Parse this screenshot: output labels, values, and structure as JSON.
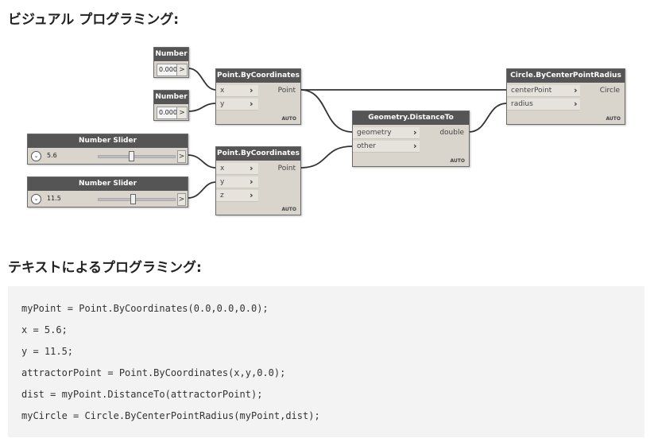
{
  "headings": {
    "visual": "ビジュアル プログラミング:",
    "text": "テキストによるプログラミング:"
  },
  "nodes": {
    "number1": {
      "title": "Number",
      "value": "0.000",
      "arrow": ">"
    },
    "number2": {
      "title": "Number",
      "value": "0.000",
      "arrow": ">"
    },
    "slider1": {
      "title": "Number Slider",
      "value": "5.6",
      "fraction": 0.44,
      "arrow": ">"
    },
    "slider2": {
      "title": "Number Slider",
      "value": "11.5",
      "fraction": 0.46,
      "arrow": ">"
    },
    "point1": {
      "title": "Point.ByCoordinates",
      "inputs": [
        "x",
        "y"
      ],
      "output": "Point",
      "auto": "AUTO"
    },
    "point2": {
      "title": "Point.ByCoordinates",
      "inputs": [
        "x",
        "y",
        "z"
      ],
      "output": "Point",
      "auto": "AUTO"
    },
    "distance": {
      "title": "Geometry.DistanceTo",
      "inputs": [
        "geometry",
        "other"
      ],
      "output": "double",
      "auto": "AUTO"
    },
    "circle": {
      "title": "Circle.ByCenterPointRadius",
      "inputs": [
        "centerPoint",
        "radius"
      ],
      "output": "Circle",
      "auto": "AUTO"
    }
  },
  "icons": {
    "port_chevron": ">",
    "slider_expand": "chevron-down-icon"
  },
  "colors": {
    "node_header": "#555555",
    "node_body": "#d9d5cd",
    "wire": "#333333",
    "code_bg": "#f3f3f3"
  },
  "code": [
    "myPoint = Point.ByCoordinates(0.0,0.0,0.0);",
    "x = 5.6;",
    "y = 11.5;",
    "attractorPoint = Point.ByCoordinates(x,y,0.0);",
    "dist = myPoint.DistanceTo(attractorPoint);",
    "myCircle = Circle.ByCenterPointRadius(myPoint,dist);"
  ]
}
